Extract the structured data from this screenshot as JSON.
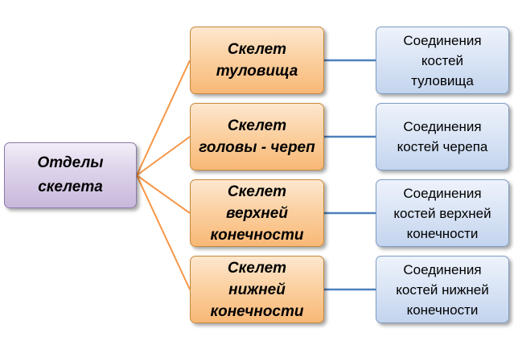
{
  "diagram": {
    "root": {
      "label": "Отделы\nскелета"
    },
    "sections": [
      {
        "label": "Скелет\nтуловища",
        "joint": "Соединения\nкостей\nтуловища"
      },
      {
        "label": "Скелет\nголовы - череп",
        "joint": "Соединения\nкостей черепа"
      },
      {
        "label": "Скелет\nверхней\nконечности",
        "joint": "Соединения\nкостей верхней\nконечности"
      },
      {
        "label": "Скелет\nнижней\nконечности",
        "joint": "Соединения\nкостей нижней\nконечности"
      }
    ],
    "colors": {
      "root_connector": "#f79646",
      "joint_connector": "#4f81bd"
    }
  }
}
